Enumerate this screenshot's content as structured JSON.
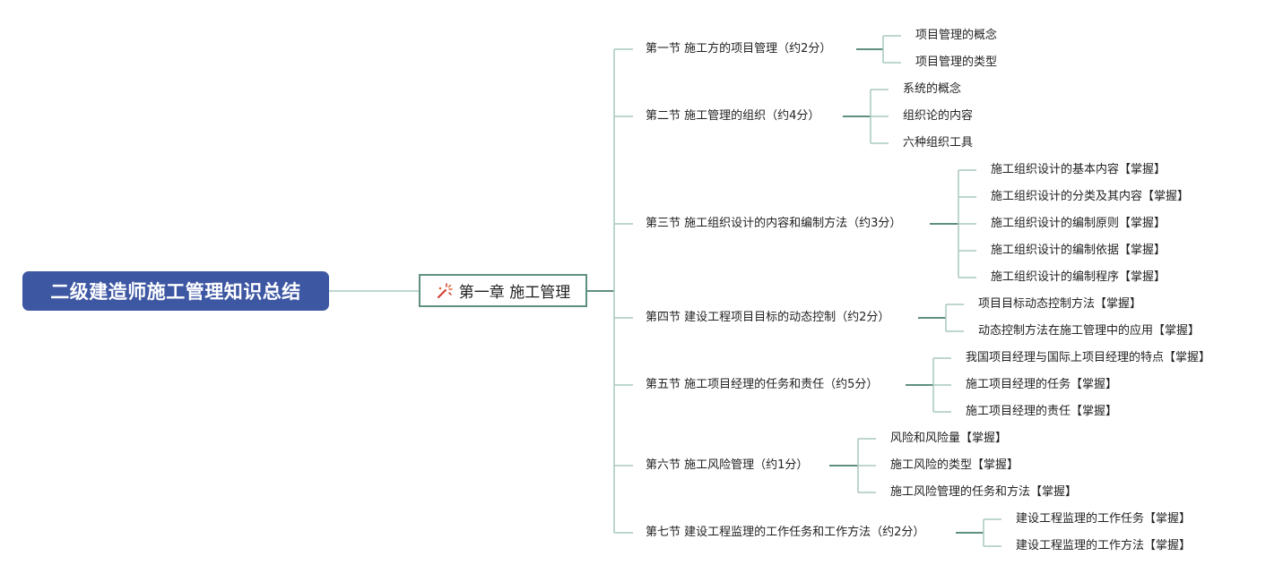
{
  "root": {
    "label": "二级建造师施工管理知识总结"
  },
  "chapter": {
    "label": "第一章 施工管理",
    "icon": "fireworks-icon"
  },
  "colors": {
    "root_bg": "#3e57a3",
    "line": "#5f8f80",
    "line_light": "#a9c8bf"
  },
  "sections": [
    {
      "label": "第一节 施工方的项目管理（约2分）",
      "items": [
        "项目管理的概念",
        "项目管理的类型"
      ]
    },
    {
      "label": "第二节 施工管理的组织（约4分）",
      "items": [
        "系统的概念",
        "组织论的内容",
        "六种组织工具"
      ]
    },
    {
      "label": "第三节 施工组织设计的内容和编制方法（约3分）",
      "items": [
        "施工组织设计的基本内容【掌握】",
        "施工组织设计的分类及其内容【掌握】",
        "施工组织设计的编制原则【掌握】",
        "施工组织设计的编制依据【掌握】",
        "施工组织设计的编制程序【掌握】"
      ]
    },
    {
      "label": "第四节 建设工程项目目标的动态控制（约2分）",
      "items": [
        "项目目标动态控制方法【掌握】",
        "动态控制方法在施工管理中的应用【掌握】"
      ]
    },
    {
      "label": "第五节 施工项目经理的任务和责任（约5分）",
      "items": [
        "我国项目经理与国际上项目经理的特点【掌握】",
        "施工项目经理的任务【掌握】",
        "施工项目经理的责任【掌握】"
      ]
    },
    {
      "label": "第六节 施工风险管理（约1分）",
      "items": [
        "风险和风险量【掌握】",
        "施工风险的类型【掌握】",
        "施工风险管理的任务和方法【掌握】"
      ]
    },
    {
      "label": "第七节 建设工程监理的工作任务和工作方法（约2分）",
      "items": [
        "建设工程监理的工作任务【掌握】",
        "建设工程监理的工作方法【掌握】"
      ]
    }
  ]
}
